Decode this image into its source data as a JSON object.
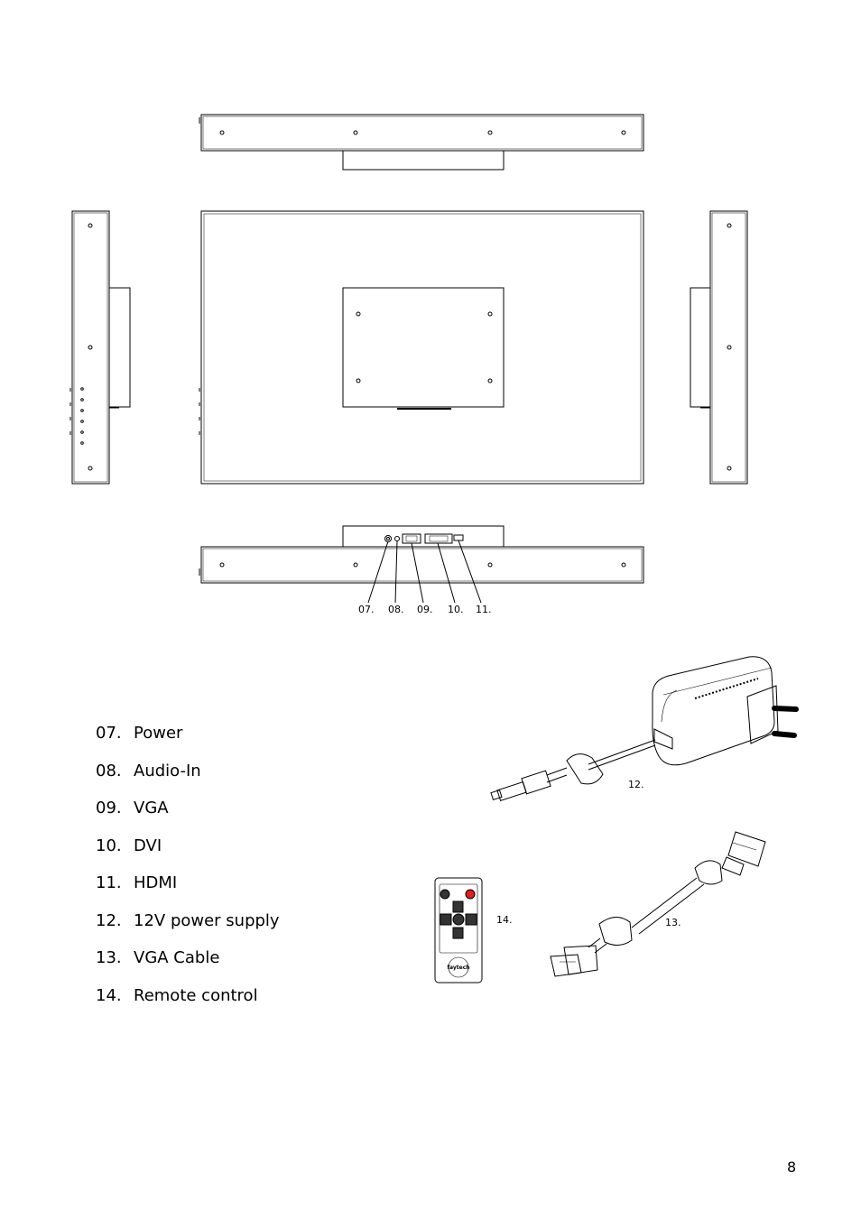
{
  "diagram": {
    "callouts": [
      "07.",
      "08.",
      "09.",
      "10.",
      "11."
    ],
    "accessory_callouts": {
      "power_supply": "12.",
      "vga_cable": "13.",
      "remote": "14."
    },
    "remote_brand": "faytech"
  },
  "legend": {
    "items": [
      {
        "num": "07.",
        "label": "Power"
      },
      {
        "num": "08.",
        "label": "Audio-In"
      },
      {
        "num": "09.",
        "label": "VGA"
      },
      {
        "num": "10.",
        "label": "DVI"
      },
      {
        "num": "11.",
        "label": "HDMI"
      },
      {
        "num": "12.",
        "label": "12V power supply"
      },
      {
        "num": "13.",
        "label": "VGA Cable"
      },
      {
        "num": "14.",
        "label": "Remote control"
      }
    ]
  },
  "page_number": "8",
  "colors": {
    "line": "#000000",
    "remote_red": "#e02020",
    "remote_dark": "#333333"
  }
}
